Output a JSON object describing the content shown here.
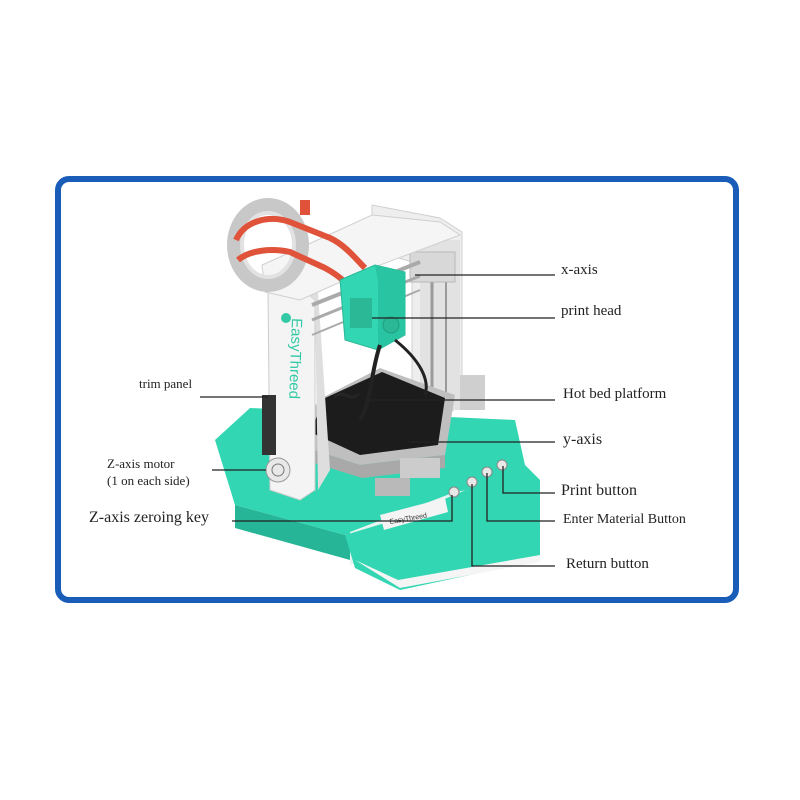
{
  "colors": {
    "frame_border": "#1a5db8",
    "printer_teal": "#33d6b2",
    "printer_white": "#f2f2f2",
    "filament_orange": "#e0533a",
    "bed_black": "#1c1c1c",
    "leader_line": "#222222"
  },
  "printer": {
    "brand_side": "EasyThreed",
    "brand_front": "EasyThreed"
  },
  "labels": {
    "x_axis": "x-axis",
    "print_head": "print head",
    "hot_bed": "Hot bed platform",
    "y_axis": "y-axis",
    "print_button": "Print button",
    "enter_material": "Enter Material Button",
    "return_button": "Return button",
    "trim_panel": "trim panel",
    "z_motor_line1": "Z-axis motor",
    "z_motor_line2": "(1 on each side)",
    "z_zero_key": "Z-axis zeroing key"
  }
}
